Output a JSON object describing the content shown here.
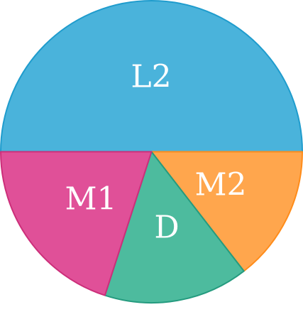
{
  "chart_data": {
    "type": "pie",
    "slices": [
      {
        "label": "L2",
        "value": 50,
        "fill": "#4ab3db",
        "stroke": "#1f9ccd"
      },
      {
        "label": "M2",
        "value": 14.5,
        "fill": "#ffa64d",
        "stroke": "#ff8c1a"
      },
      {
        "label": "D",
        "value": 15.5,
        "fill": "#4dbb9e",
        "stroke": "#259b7f"
      },
      {
        "label": "M1",
        "value": 20,
        "fill": "#e05098",
        "stroke": "#cc2f7a"
      }
    ],
    "start_direction": "left",
    "legend": "none"
  }
}
